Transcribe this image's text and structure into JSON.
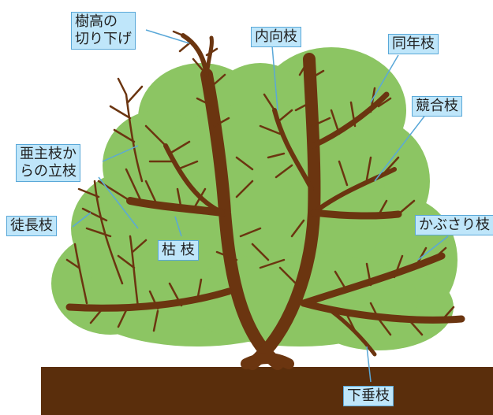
{
  "colors": {
    "foliage": "#8cc563",
    "foliage_edge": "#7db553",
    "branch": "#6b3510",
    "ground": "#5a2e0c",
    "callout_fill": "#bfe6fa",
    "callout_border": "#5aa8d8",
    "leader": "#5aa8d8"
  },
  "labels": {
    "crown_cut": [
      "樹高の",
      "切り下げ"
    ],
    "inward": "内向枝",
    "parallel": "同年枝",
    "competing": "競合枝",
    "from_sub": [
      "亜主枝か",
      "らの立枝"
    ],
    "water_sprout": "徒長枝",
    "dead": "枯 枝",
    "overlap": "かぶさり枝",
    "drooping": "下垂枝"
  }
}
